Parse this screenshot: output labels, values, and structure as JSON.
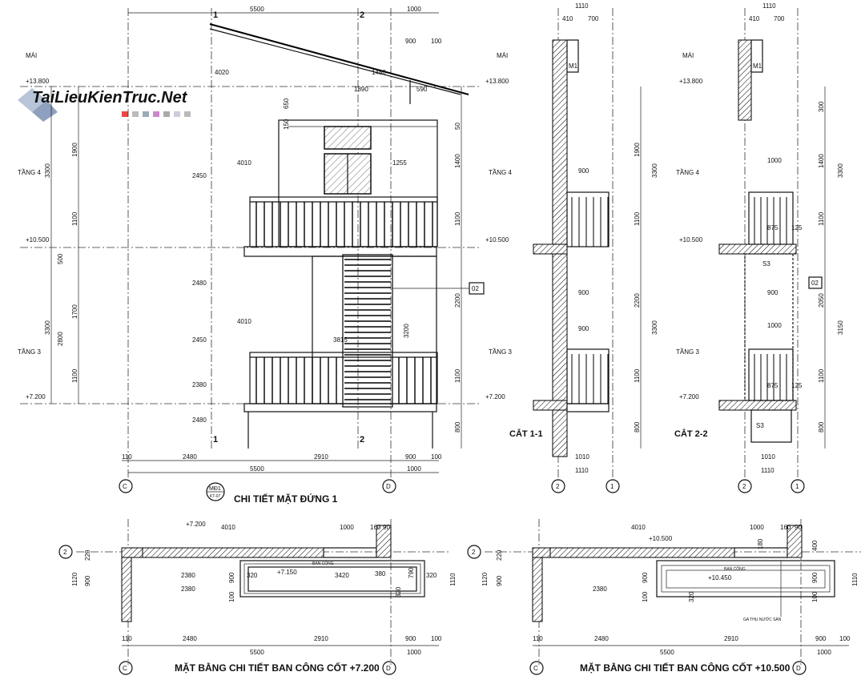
{
  "watermark": "TaiLieuKienTruc.Net",
  "titles": {
    "elevation": "CHI TIẾT MẶT ĐỨNG 1",
    "plan_7200": "MẶT BẰNG CHI TIẾT BAN CÔNG CỐT +7.200",
    "plan_10500": "MẶT BẰNG CHI TIẾT BAN CÔNG CỐT +10.500",
    "section_1": "CẮT 1-1",
    "section_2": "CẮT 2-2"
  },
  "detail_tag": {
    "code": "MĐ1",
    "sheet": "KT-07"
  },
  "grid": {
    "c": "C",
    "d": "D",
    "one": "1",
    "two": "2"
  },
  "levels": {
    "l13800": "+13.800",
    "l10500": "+10.500",
    "l7200": "+7.200",
    "l7150": "+7.150",
    "l10450": "+10.450"
  },
  "floors": {
    "roof": "MÁI",
    "f4": "TẦNG 4",
    "f3": "TẦNG 3"
  },
  "tags": {
    "t02": "02",
    "m1": "M1",
    "s3": "S3"
  },
  "notes": {
    "ban_cong": "BAN CÔNG",
    "ga_thu": "GA THU NƯỚC SÀN"
  },
  "dims": {
    "d5500": "5500",
    "d1000": "1000",
    "d900": "900",
    "d100": "100",
    "d4020": "4020",
    "d1480": "1480",
    "d1890": "1890",
    "d590": "590",
    "d650": "650",
    "d150": "150",
    "d50": "50",
    "d1900": "1900",
    "d1400": "1400",
    "d1100": "1100",
    "d3300": "3300",
    "d500": "500",
    "d1700": "1700",
    "d2800": "2800",
    "d2200": "2200",
    "d3200": "3200",
    "d800": "800",
    "d4010": "4010",
    "d1255": "1255",
    "d2450": "2450",
    "d2480": "2480",
    "d2380": "2380",
    "d3815": "3815",
    "d110": "110",
    "d2910": "2910",
    "d1110": "1110",
    "d410": "410",
    "d700": "700",
    "d300": "300",
    "d1010": "1010",
    "d875": "875",
    "d125": "125",
    "d2050": "2050",
    "d3150": "3150",
    "d220": "220",
    "d1120": "1120",
    "d160": "160",
    "d90": "90",
    "d320": "320",
    "d3420": "3420",
    "d380": "380",
    "d790": "790",
    "d180": "180",
    "d400": "400"
  }
}
